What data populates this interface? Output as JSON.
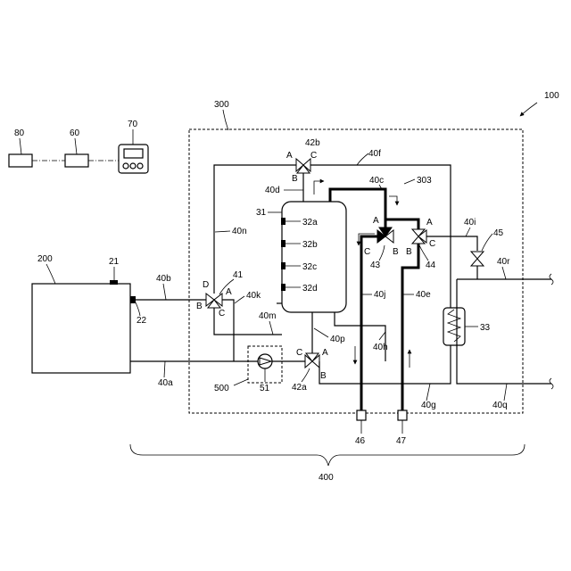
{
  "labels": {
    "system": "100",
    "unit": "300",
    "tank": "200",
    "sensor_21": "21",
    "sensor_22": "22",
    "dev_80": "80",
    "dev_60": "60",
    "remote_70": "70",
    "storage_tank": "31",
    "s32a": "32a",
    "s32b": "32b",
    "s32c": "32c",
    "s32d": "32d",
    "hx_33": "33",
    "v41": "41",
    "v42a": "42a",
    "v42b": "42b",
    "v43": "43",
    "v44": "44",
    "v45": "45",
    "pump_51": "51",
    "pump_unit_500": "500",
    "port_46": "46",
    "port_47": "47",
    "circuit_400": "400",
    "p40a": "40a",
    "p40b": "40b",
    "p40c": "40c",
    "p40d": "40d",
    "p40e": "40e",
    "p40f": "40f",
    "p40g": "40g",
    "p40h": "40h",
    "p40i": "40i",
    "p40j": "40j",
    "p40k": "40k",
    "p40m": "40m",
    "p40n": "40n",
    "p40p": "40p",
    "p40q": "40q",
    "p40r": "40r",
    "port_A": "A",
    "port_B": "B",
    "port_C": "C",
    "port_D": "D",
    "ref_303": "303"
  }
}
